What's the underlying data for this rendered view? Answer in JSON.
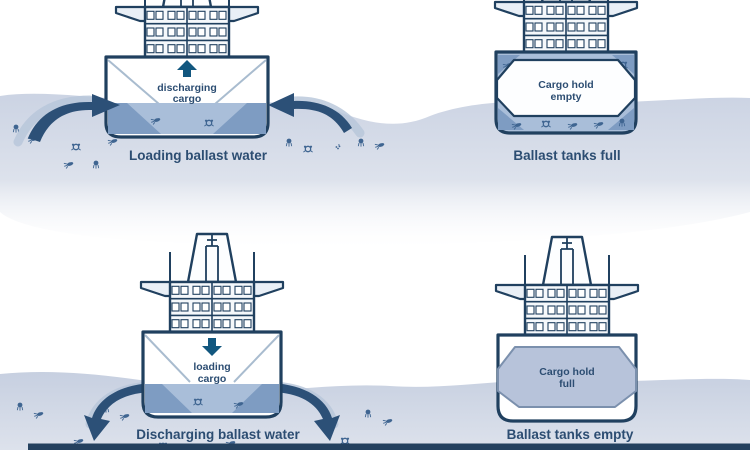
{
  "panels": [
    {
      "position": "top-left",
      "hull_line1": "discharging",
      "hull_line2": "cargo",
      "caption": "Loading ballast water",
      "cargo_arrow_icon": "up-arrow-icon",
      "water_flow": "arrows curve into ship hull"
    },
    {
      "position": "top-right",
      "hull_line1": "Cargo hold",
      "hull_line2": "empty",
      "caption": "Ballast tanks full"
    },
    {
      "position": "bottom-left",
      "hull_line1": "loading",
      "hull_line2": "cargo",
      "caption": "Discharging ballast water",
      "cargo_arrow_icon": "down-arrow-icon",
      "water_flow": "arrows curve out of ship hull"
    },
    {
      "position": "bottom-right",
      "hull_line1": "Cargo hold",
      "hull_line2": "full",
      "caption": "Ballast tanks empty"
    }
  ],
  "icons": [
    "flow-arrow-icon",
    "up-arrow-icon",
    "down-arrow-icon",
    "jellyfish-organism-icon",
    "crab-organism-icon",
    "plankton-organism-icon",
    "starfish-organism-icon"
  ],
  "colors": {
    "outline": "#20405f",
    "text": "#2c4d72",
    "water": "#cdd5e4",
    "water-deep": "#c6cfe0",
    "ballast": "#a9bed9",
    "tank-dark": "#7e9cc2",
    "cargo": "#b7c3da",
    "arrow": "#2c5077",
    "wash": "#b6c6da",
    "organism": "#3f6591",
    "glyph": "#12577f",
    "bar": "#24415f"
  }
}
